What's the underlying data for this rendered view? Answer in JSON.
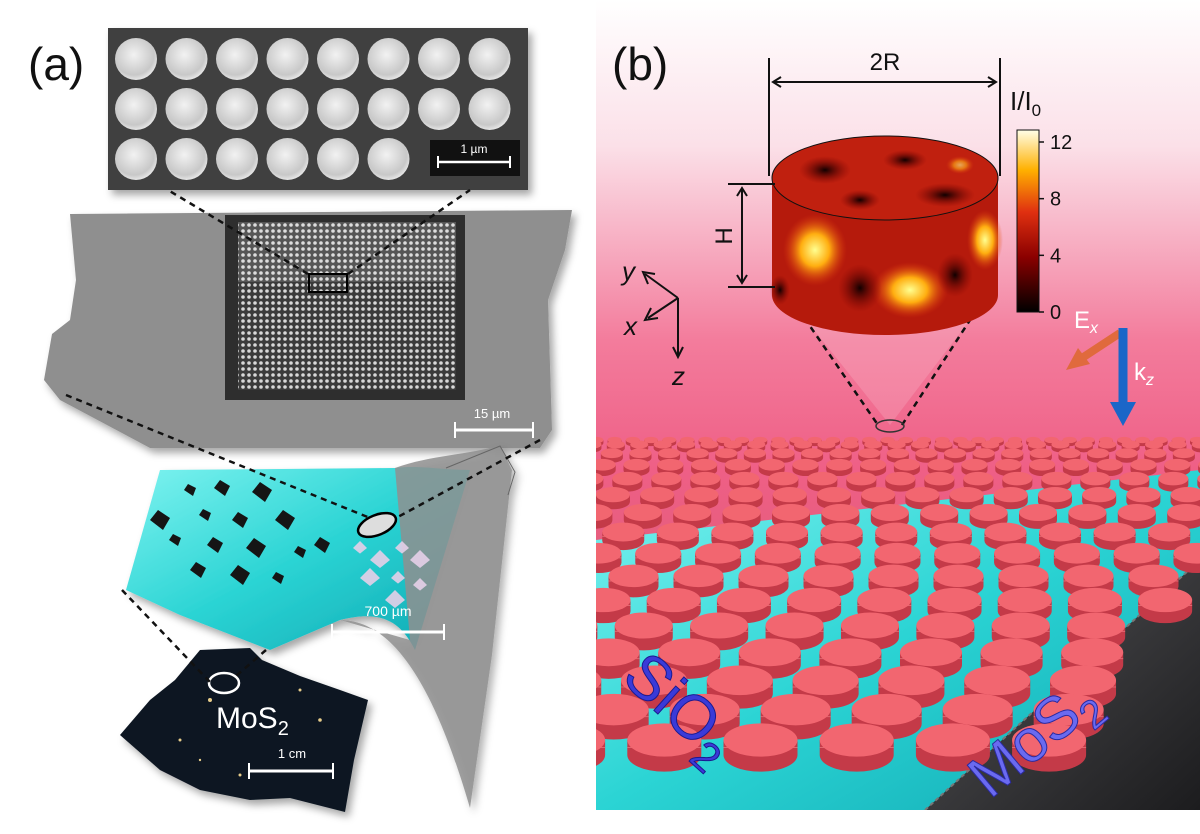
{
  "panel_a": {
    "label": "(a)",
    "scalebar_top": "1 µm",
    "scalebar_mid": "15 µm",
    "scalebar_film": "700 µm",
    "scalebar_bulk": "1 cm",
    "bulk_label": {
      "main": "MoS",
      "sub": "2"
    }
  },
  "panel_b": {
    "label": "(b)",
    "width_label": "2R",
    "height_label": "H",
    "colorbar": {
      "title_main": "I/I",
      "title_sub": "0",
      "ticks": [
        "12",
        "8",
        "4",
        "0"
      ]
    },
    "axes": {
      "y": "y",
      "x": "x",
      "z": "z"
    },
    "field": {
      "main": "E",
      "sub": "x"
    },
    "wavevector": {
      "main": "k",
      "sub": "z"
    },
    "substrate_label": {
      "main": "SiO",
      "sub": "2"
    },
    "flake_label": {
      "main": "MoS",
      "sub": "2"
    }
  },
  "colors": {
    "pink": "#f0608a",
    "cyan": "#1ed3d3",
    "disk_red": "#f2565e",
    "arrow_blue": "#1a66c8",
    "arrow_orange": "#e06a3d",
    "label_blue": "#3a3ad8"
  }
}
